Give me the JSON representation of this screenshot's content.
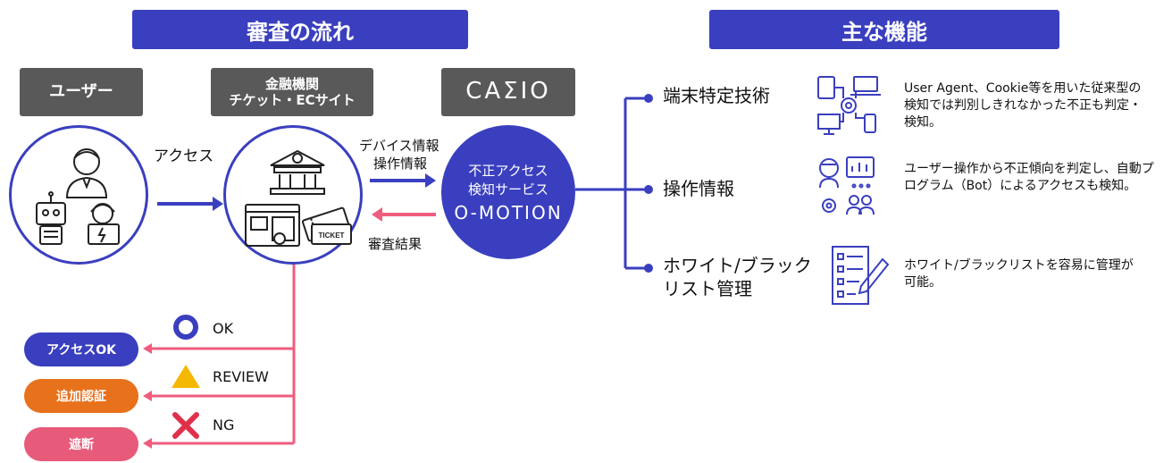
{
  "flow": {
    "header": "審査の流れ",
    "user_box": "ユーザー",
    "institution_box_line1": "金融機関",
    "institution_box_line2": "チケット・ECサイト",
    "brand_logo_text": "CAΣIO",
    "access_label": "アクセス",
    "device_info_label": "デバイス情報",
    "operation_info_label": "操作情報",
    "result_label": "審査結果",
    "service_line1": "不正アクセス",
    "service_line2": "検知サービス",
    "service_brand": "O-MOTION",
    "outcomes": [
      {
        "symbol_label": "OK",
        "pill": "アクセスOK",
        "color": "#3a3fbf"
      },
      {
        "symbol_label": "REVIEW",
        "pill": "追加認証",
        "color": "#e8711c"
      },
      {
        "symbol_label": "NG",
        "pill": "遮断",
        "color": "#e85a7a"
      }
    ]
  },
  "features": {
    "header": "主な機能",
    "items": [
      {
        "title": "端末特定技術",
        "desc": "User Agent、Cookie等を用いた従来型の検知では判別しきれなかった不正も判定・検知。"
      },
      {
        "title": "操作情報",
        "desc": "ユーザー操作から不正傾向を判定し、自動プログラム（Bot）によるアクセスも検知。"
      },
      {
        "title_line1": "ホワイト/ブラック",
        "title_line2": "リスト管理",
        "desc": "ホワイト/ブラックリストを容易に管理が可能。"
      }
    ]
  },
  "colors": {
    "navy": "#3a3fbf",
    "gray": "#595959",
    "pink": "#ee5d7e",
    "orange": "#e8711c",
    "yellow": "#f5b800",
    "red": "#e0304a"
  }
}
